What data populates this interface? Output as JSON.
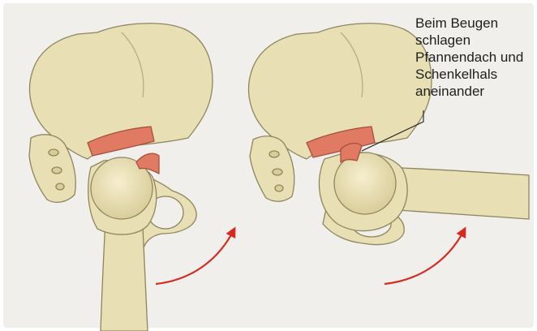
{
  "annotation": {
    "lines": [
      "Beim Beugen",
      "schlagen",
      "Pfannendach und",
      "Schenkelhals",
      "aneinander"
    ]
  },
  "colors": {
    "background": "#f0efec",
    "bone": "#e9dfb5",
    "bone_outline": "#8e855e",
    "bone_shade": "#d8cc98",
    "contact_zone": "#e07a62",
    "arrow": "#d42a20",
    "leader_line": "#1e1e1e"
  },
  "figures": [
    {
      "id": "hip-extended",
      "state": "extension"
    },
    {
      "id": "hip-flexed",
      "state": "flexion"
    }
  ]
}
